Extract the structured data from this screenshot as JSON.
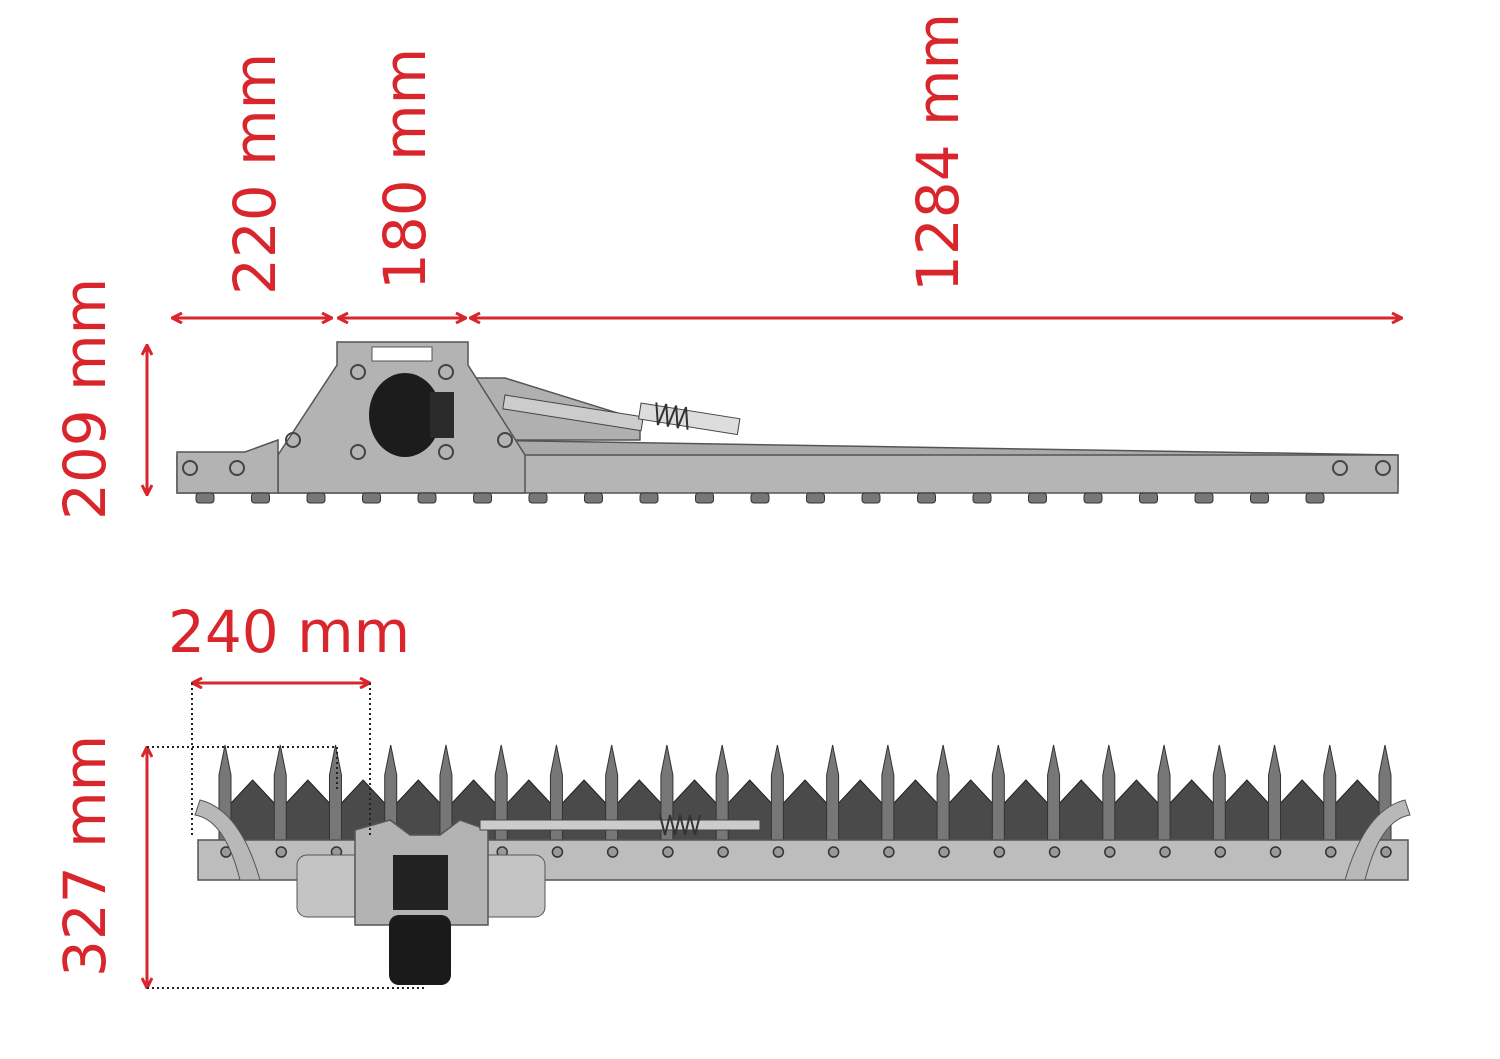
{
  "title": "Hedge trimmer cutter bar dimensions",
  "colors": {
    "dimension": "#d9262c",
    "steel": "#a9a9a9",
    "blade": "#4a4a4a",
    "motor": "#1a1a1a"
  },
  "dimensions": {
    "top_view": {
      "mount_offset": "220 mm",
      "mount_width": "180 mm",
      "bar_length": "1284 mm",
      "height": "209 mm"
    },
    "bottom_view": {
      "motor_offset": "240 mm",
      "depth": "327 mm"
    }
  },
  "tooth_count": 22
}
